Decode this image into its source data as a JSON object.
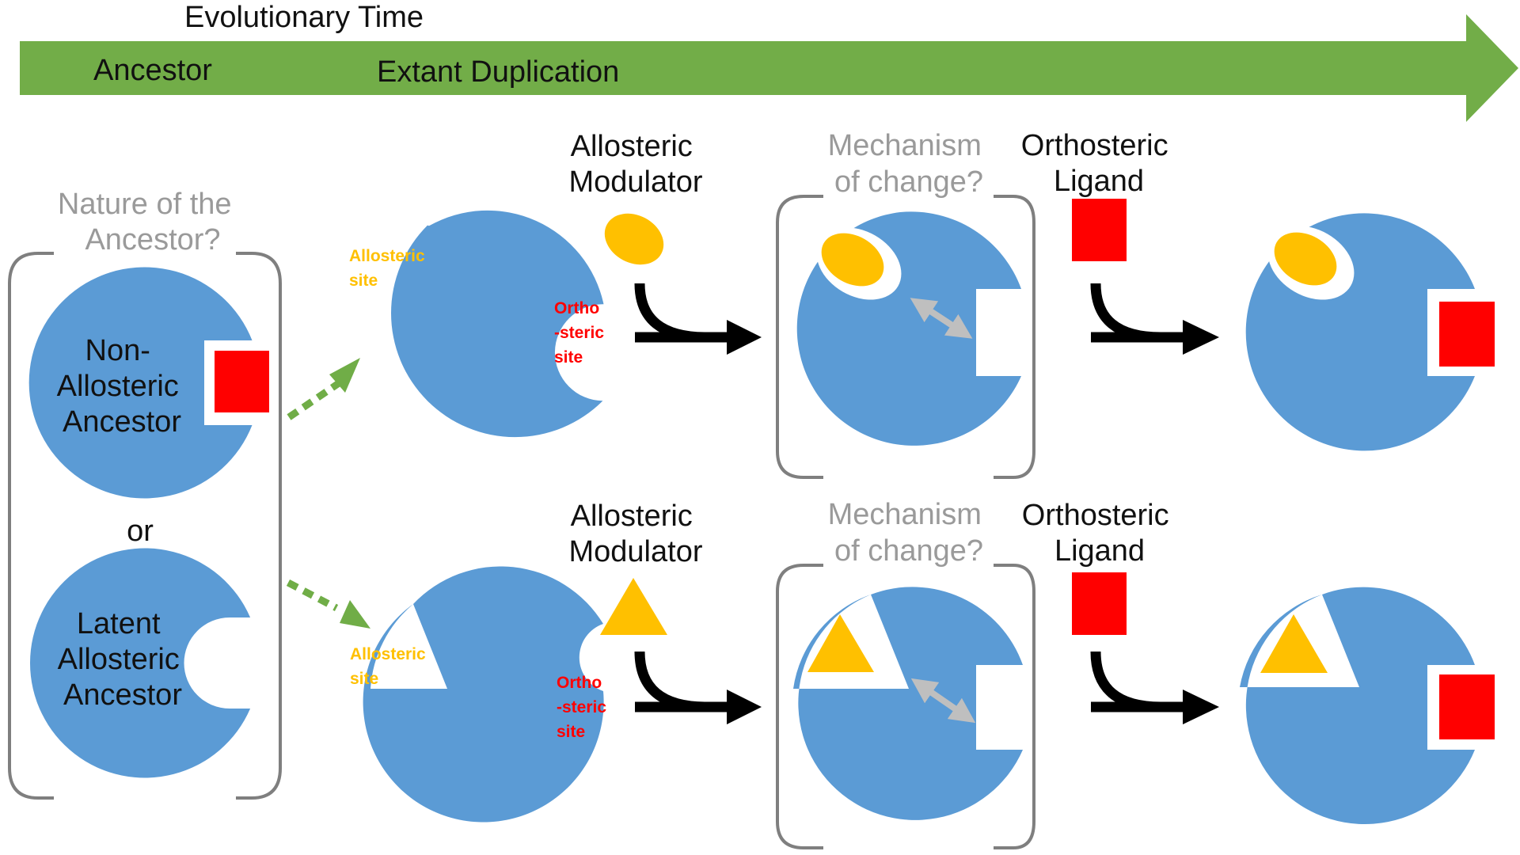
{
  "colors": {
    "timeline": "#72ad48",
    "protein": "#5b9bd5",
    "ligand": "#ff0000",
    "modulator": "#ffc000",
    "bracket": "#7f7f7f",
    "arrow": "#000000",
    "dotted_arrow": "#70ad47",
    "double_arrow": "#bfbfbf",
    "gray_text": "#9a9a9a",
    "allosteric_site_text": "#ffc000",
    "orthosteric_site_text": "#ff0000"
  },
  "timeline": {
    "title": "Evolutionary Time",
    "stage_ancestor": "Ancestor",
    "stage_extant": "Extant Duplication"
  },
  "ancestor_panel": {
    "question": [
      "Nature of the",
      "Ancestor?"
    ],
    "non_allosteric": [
      "Non-",
      "Allosteric",
      "Ancestor"
    ],
    "or": "or",
    "latent": [
      "Latent",
      "Allosteric",
      "Ancestor"
    ]
  },
  "rows": [
    {
      "modulator_shape": "ellipse",
      "modulator_label": [
        "Allosteric",
        "Modulator"
      ],
      "mechanism_label": [
        "Mechanism",
        "of change?"
      ],
      "ligand_label": [
        "Orthosteric",
        "Ligand"
      ],
      "allosteric_site_label": [
        "Allosteric",
        "site"
      ],
      "orthosteric_site_label": [
        "Ortho",
        "-steric",
        "site"
      ]
    },
    {
      "modulator_shape": "triangle",
      "modulator_label": [
        "Allosteric",
        "Modulator"
      ],
      "mechanism_label": [
        "Mechanism",
        "of change?"
      ],
      "ligand_label": [
        "Orthosteric",
        "Ligand"
      ],
      "allosteric_site_label": [
        "Allosteric",
        "site"
      ],
      "orthosteric_site_label": [
        "Ortho",
        "-steric",
        "site"
      ]
    }
  ]
}
